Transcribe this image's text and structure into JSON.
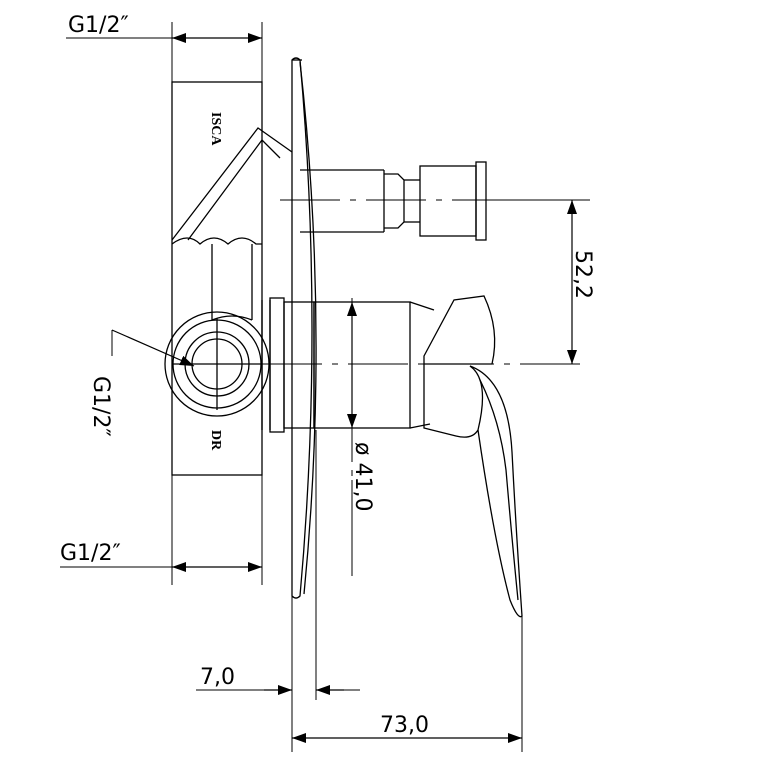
{
  "dimensions": {
    "thread_top": "G1/2″",
    "thread_left": "G1/2″",
    "thread_bottom": "G1/2″",
    "outlet_height": "52,2",
    "cartridge_diameter": "ø 41,0",
    "plate_offset": "7,0",
    "total_depth": "73,0"
  },
  "stamps": {
    "top": "ISCA",
    "bottom": "DR"
  }
}
